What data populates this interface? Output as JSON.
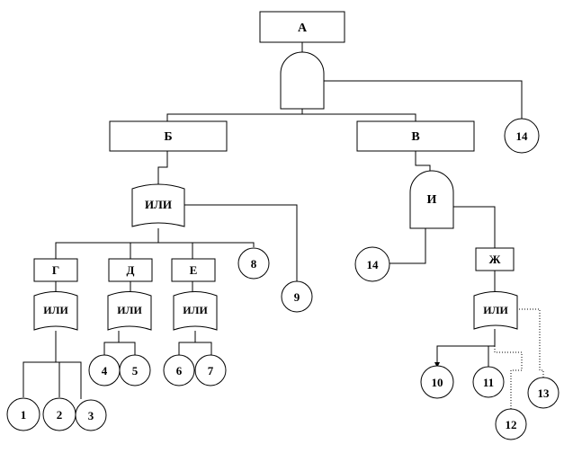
{
  "boxes": {
    "A": "А",
    "B": "Б",
    "V": "В",
    "G": "Г",
    "D": "Д",
    "E": "Е",
    "ZH": "Ж"
  },
  "gates": {
    "and_top": "",
    "or_b": "ИЛИ",
    "and_v": "И",
    "or_g": "ИЛИ",
    "or_d": "ИЛИ",
    "or_e": "ИЛИ",
    "or_zh": "ИЛИ"
  },
  "events": {
    "e14a": "14",
    "e8": "8",
    "e9": "9",
    "e14b": "14",
    "e1": "1",
    "e2": "2",
    "e3": "3",
    "e4": "4",
    "e5": "5",
    "e6": "6",
    "e7": "7",
    "e10": "10",
    "e11": "11",
    "e12": "12",
    "e13": "13"
  }
}
